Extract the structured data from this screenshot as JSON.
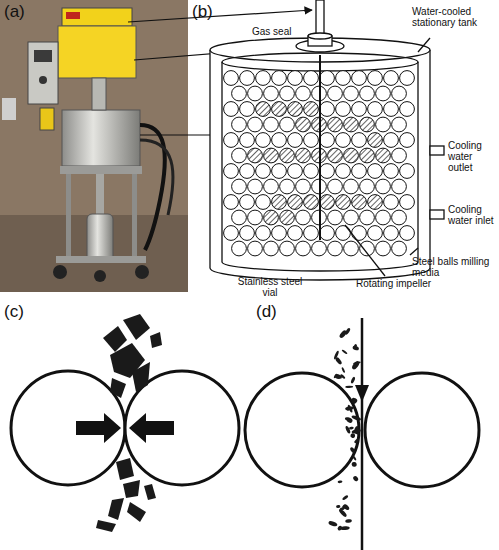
{
  "diagram": {
    "labels": [
      "(a)",
      "(b)",
      "Water-cooled stationary tank",
      "Gas seal",
      "Cooling water outlet",
      "Cooling water inlet",
      "Steel balls milling media",
      "Stainless steel vial",
      "Rotating impeller",
      "(c)",
      "(d)"
    ]
  }
}
